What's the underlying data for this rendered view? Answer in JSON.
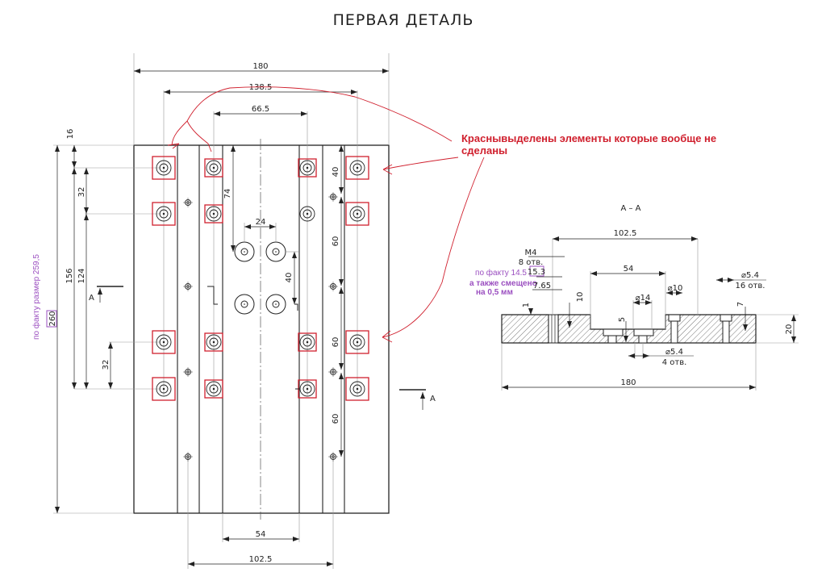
{
  "title": "ПЕРВАЯ ДЕТАЛЬ",
  "colors": {
    "line": "#222222",
    "thin": "#9a9a9a",
    "red": "#d0202e",
    "purple": "#9b4fc0"
  },
  "annotation": {
    "red_note_line1": "Краснывыделены элементы которые вообще не",
    "red_note_line2": "сделаны",
    "actual_260_note": "по факту размер 259,5",
    "actual_153_note": "по факту 14.5",
    "shift_note_line1": "а также смещено",
    "shift_note_line2": "на 0,5 мм"
  },
  "plan_view": {
    "dims": {
      "width_total": "180",
      "holes_outer": "138.5",
      "holes_inner": "66.5",
      "small_24": "24",
      "vert_40": "40",
      "top_16": "16",
      "pitch_32_top": "32",
      "span_156": "156",
      "span_124": "124",
      "pitch_32_bottom": "32",
      "height_total": "260",
      "len_74": "74",
      "right_40": "40",
      "right_60a": "60",
      "right_60b": "60",
      "right_60c": "60",
      "bottom_54": "54",
      "bottom_1025": "102.5"
    },
    "section_mark": "A"
  },
  "section_view": {
    "label": "А – А",
    "dims": {
      "top_1025": "102.5",
      "m4": "M4",
      "m4_count": "8 отв.",
      "d_153": "15.3",
      "d_765": "7.65",
      "d_54": "54",
      "phi14": "⌀14",
      "phi10": "⌀10",
      "phi54_top": "⌀5.4",
      "phi54_top_count": "16 отв.",
      "phi54_bot": "⌀5.4",
      "phi54_bot_count": "4 отв.",
      "depth_1": "1",
      "depth_10": "10",
      "depth_5": "5",
      "depth_7": "7",
      "thick_20": "20",
      "total_180": "180"
    }
  }
}
